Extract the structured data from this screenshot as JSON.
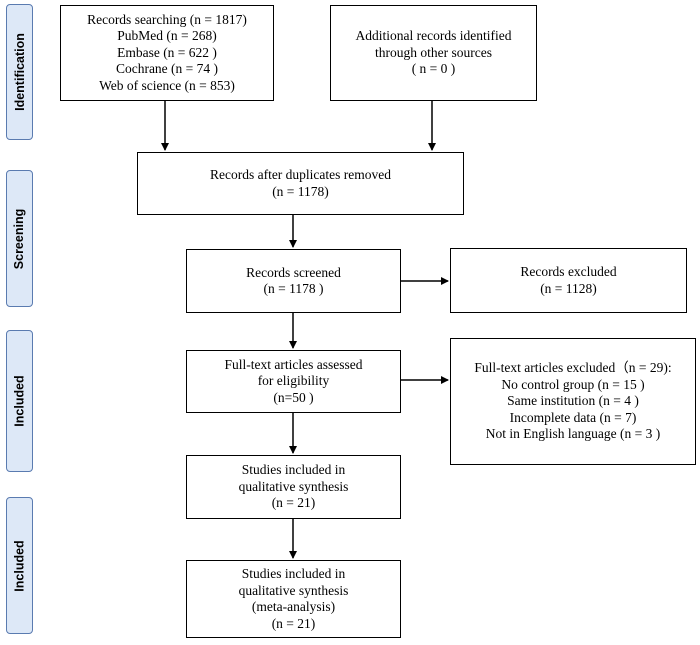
{
  "stages": [
    {
      "label": "Identification"
    },
    {
      "label": "Screening"
    },
    {
      "label": "Included"
    },
    {
      "label": "Included"
    }
  ],
  "boxes": {
    "records_searching": [
      "Records searching  (n = 1817)",
      "PubMed  (n = 268)",
      "Embase  (n = 622 )",
      "Cochrane  (n = 74 )",
      "Web of science  (n = 853)"
    ],
    "additional_records": [
      "Additional records identified",
      "through other sources",
      "( n = 0 )"
    ],
    "duplicates_removed": [
      "Records after duplicates removed",
      "(n = 1178)"
    ],
    "records_screened": [
      "Records screened",
      "(n = 1178 )"
    ],
    "records_excluded": [
      "Records excluded",
      "(n = 1128)"
    ],
    "fulltext_assessed": [
      "Full-text articles assessed",
      "for eligibility",
      "(n=50 )"
    ],
    "fulltext_excluded": [
      "Full-text articles excluded（n = 29):",
      "No control group (n = 15 )",
      "Same institution (n = 4 )",
      "Incomplete data (n = 7)",
      "Not in English language (n = 3 )"
    ],
    "qualitative_synthesis": [
      "Studies included in",
      "qualitative synthesis",
      "(n = 21)"
    ],
    "meta_analysis": [
      "Studies included in",
      "qualitative synthesis",
      "(meta-analysis)",
      "(n = 21)"
    ]
  }
}
